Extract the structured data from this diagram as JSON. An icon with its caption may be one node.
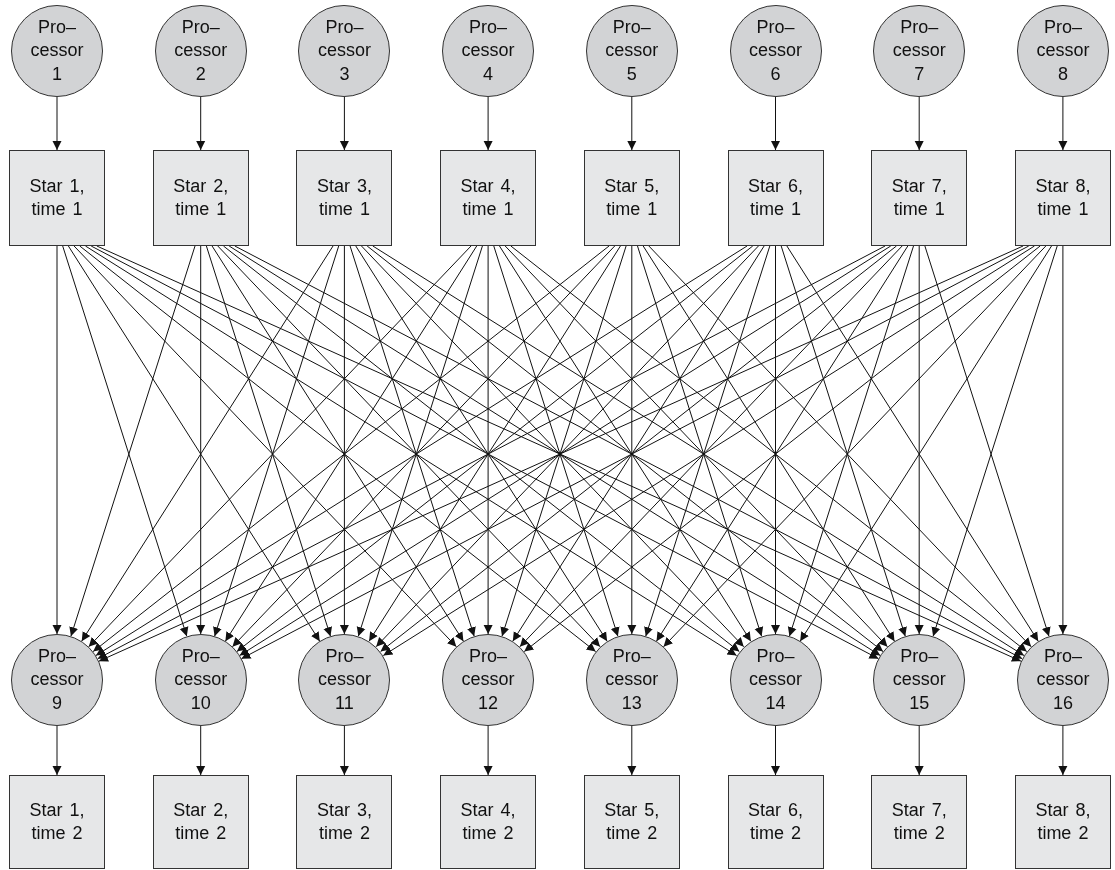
{
  "diagram": {
    "nodes": [
      {
        "text": [
          "Pro– cessor 1"
        ]
      },
      {
        "text": [
          "Pro– cessor 2"
        ]
      },
      {
        "text": [
          "Pro– cessor 3"
        ]
      },
      {
        "text": [
          "Pro– cessor 4"
        ]
      },
      {
        "text": [
          "Pro– cessor 5"
        ]
      },
      {
        "text": [
          "Pro– cessor 6"
        ]
      },
      {
        "text": [
          "Pro– cessor 7"
        ]
      },
      {
        "text": [
          "Pro– cessor 8"
        ]
      },
      {
        "text": [
          "Star 1, time 1"
        ]
      },
      {
        "text": [
          "Star 2, time 1"
        ]
      },
      {
        "text": [
          "Star 3, time 1"
        ]
      },
      {
        "text": [
          "Star 4, time 1"
        ]
      },
      {
        "text": [
          "Star 5, time 1"
        ]
      },
      {
        "text": [
          "Star 6, time 1"
        ]
      },
      {
        "text": [
          "Star 7, time 1"
        ]
      },
      {
        "text": [
          "Star 8, time 1"
        ]
      },
      {
        "text": [
          "Pro– cessor 9"
        ]
      },
      {
        "text": [
          "Pro– cessor 10"
        ]
      },
      {
        "text": [
          "Pro– cessor 11"
        ]
      },
      {
        "text": [
          "Pro– cessor 12"
        ]
      },
      {
        "text": [
          "Pro– cessor 13"
        ]
      },
      {
        "text": [
          "Pro– cessor 14"
        ]
      },
      {
        "text": [
          "Pro– cessor 15"
        ]
      },
      {
        "text": [
          "Pro– cessor 16"
        ]
      },
      {
        "text": [
          "Star 1, time 2"
        ]
      },
      {
        "text": [
          "Star 2, time 2"
        ]
      },
      {
        "text": [
          "Star 3, time 2"
        ]
      },
      {
        "text": [
          "Star 4, time 2"
        ]
      },
      {
        "text": [
          "Star 5, time 2"
        ]
      },
      {
        "text": [
          "Star 6, time 2"
        ]
      },
      {
        "text": [
          "Star 7, time 2"
        ]
      },
      {
        "text": [
          "Star 8, time 2"
        ]
      }
    ],
    "edges": [
      {
        "from": 0,
        "to": 8,
        "arrow": "to"
      },
      {
        "from": 1,
        "to": 9,
        "arrow": "to"
      },
      {
        "from": 2,
        "to": 10,
        "arrow": "to"
      },
      {
        "from": 3,
        "to": 11,
        "arrow": "to"
      },
      {
        "from": 4,
        "to": 12,
        "arrow": "to"
      },
      {
        "from": 5,
        "to": 13,
        "arrow": "to"
      },
      {
        "from": 6,
        "to": 14,
        "arrow": "to"
      },
      {
        "from": 7,
        "to": 15,
        "arrow": "to"
      },
      {
        "from": 8,
        "to": 16,
        "arrow": "to"
      },
      {
        "from": 8,
        "to": 17,
        "arrow": "to"
      },
      {
        "from": 8,
        "to": 18,
        "arrow": "to"
      },
      {
        "from": 8,
        "to": 19,
        "arrow": "to"
      },
      {
        "from": 8,
        "to": 20,
        "arrow": "to"
      },
      {
        "from": 8,
        "to": 21,
        "arrow": "to"
      },
      {
        "from": 8,
        "to": 22,
        "arrow": "to"
      },
      {
        "from": 8,
        "to": 23,
        "arrow": "to"
      },
      {
        "from": 9,
        "to": 16,
        "arrow": "to"
      },
      {
        "from": 9,
        "to": 17,
        "arrow": "to"
      },
      {
        "from": 9,
        "to": 18,
        "arrow": "to"
      },
      {
        "from": 9,
        "to": 19,
        "arrow": "to"
      },
      {
        "from": 9,
        "to": 20,
        "arrow": "to"
      },
      {
        "from": 9,
        "to": 21,
        "arrow": "to"
      },
      {
        "from": 9,
        "to": 22,
        "arrow": "to"
      },
      {
        "from": 9,
        "to": 23,
        "arrow": "to"
      },
      {
        "from": 10,
        "to": 16,
        "arrow": "to"
      },
      {
        "from": 10,
        "to": 17,
        "arrow": "to"
      },
      {
        "from": 10,
        "to": 18,
        "arrow": "to"
      },
      {
        "from": 10,
        "to": 19,
        "arrow": "to"
      },
      {
        "from": 10,
        "to": 20,
        "arrow": "to"
      },
      {
        "from": 10,
        "to": 21,
        "arrow": "to"
      },
      {
        "from": 10,
        "to": 22,
        "arrow": "to"
      },
      {
        "from": 10,
        "to": 23,
        "arrow": "to"
      },
      {
        "from": 11,
        "to": 16,
        "arrow": "to"
      },
      {
        "from": 11,
        "to": 17,
        "arrow": "to"
      },
      {
        "from": 11,
        "to": 18,
        "arrow": "to"
      },
      {
        "from": 11,
        "to": 19,
        "arrow": "to"
      },
      {
        "from": 11,
        "to": 20,
        "arrow": "to"
      },
      {
        "from": 11,
        "to": 21,
        "arrow": "to"
      },
      {
        "from": 11,
        "to": 22,
        "arrow": "to"
      },
      {
        "from": 11,
        "to": 23,
        "arrow": "to"
      },
      {
        "from": 12,
        "to": 16,
        "arrow": "to"
      },
      {
        "from": 12,
        "to": 17,
        "arrow": "to"
      },
      {
        "from": 12,
        "to": 18,
        "arrow": "to"
      },
      {
        "from": 12,
        "to": 19,
        "arrow": "to"
      },
      {
        "from": 12,
        "to": 20,
        "arrow": "to"
      },
      {
        "from": 12,
        "to": 21,
        "arrow": "to"
      },
      {
        "from": 12,
        "to": 22,
        "arrow": "to"
      },
      {
        "from": 12,
        "to": 23,
        "arrow": "to"
      },
      {
        "from": 13,
        "to": 16,
        "arrow": "to"
      },
      {
        "from": 13,
        "to": 17,
        "arrow": "to"
      },
      {
        "from": 13,
        "to": 18,
        "arrow": "to"
      },
      {
        "from": 13,
        "to": 19,
        "arrow": "to"
      },
      {
        "from": 13,
        "to": 20,
        "arrow": "to"
      },
      {
        "from": 13,
        "to": 21,
        "arrow": "to"
      },
      {
        "from": 13,
        "to": 22,
        "arrow": "to"
      },
      {
        "from": 13,
        "to": 23,
        "arrow": "to"
      },
      {
        "from": 14,
        "to": 16,
        "arrow": "to"
      },
      {
        "from": 14,
        "to": 17,
        "arrow": "to"
      },
      {
        "from": 14,
        "to": 18,
        "arrow": "to"
      },
      {
        "from": 14,
        "to": 19,
        "arrow": "to"
      },
      {
        "from": 14,
        "to": 20,
        "arrow": "to"
      },
      {
        "from": 14,
        "to": 21,
        "arrow": "to"
      },
      {
        "from": 14,
        "to": 22,
        "arrow": "to"
      },
      {
        "from": 14,
        "to": 23,
        "arrow": "to"
      },
      {
        "from": 15,
        "to": 16,
        "arrow": "to"
      },
      {
        "from": 15,
        "to": 17,
        "arrow": "to"
      },
      {
        "from": 15,
        "to": 18,
        "arrow": "to"
      },
      {
        "from": 15,
        "to": 19,
        "arrow": "to"
      },
      {
        "from": 15,
        "to": 20,
        "arrow": "to"
      },
      {
        "from": 15,
        "to": 21,
        "arrow": "to"
      },
      {
        "from": 15,
        "to": 22,
        "arrow": "to"
      },
      {
        "from": 15,
        "to": 23,
        "arrow": "to"
      },
      {
        "from": 16,
        "to": 24,
        "arrow": "to"
      },
      {
        "from": 17,
        "to": 25,
        "arrow": "to"
      },
      {
        "from": 18,
        "to": 26,
        "arrow": "to"
      },
      {
        "from": 19,
        "to": 27,
        "arrow": "to"
      },
      {
        "from": 20,
        "to": 28,
        "arrow": "to"
      },
      {
        "from": 21,
        "to": 29,
        "arrow": "to"
      },
      {
        "from": 22,
        "to": 30,
        "arrow": "to"
      },
      {
        "from": 23,
        "to": 31,
        "arrow": "to"
      }
    ]
  }
}
